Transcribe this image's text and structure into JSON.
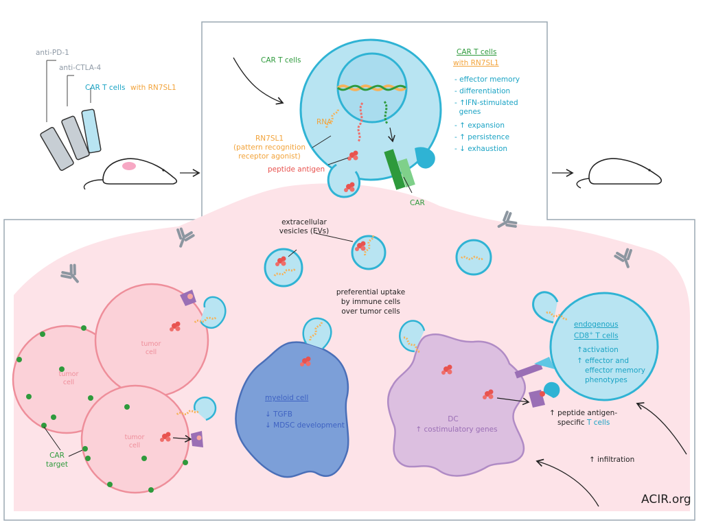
{
  "colors": {
    "tme_background": "#fde3e8",
    "car_t_cell": "#b8e4f2",
    "car_t_outline": "#2fb3d4",
    "tumor_cell": "#fbd1d8",
    "myeloid_cell": "#7c9fd8",
    "dendritic_cell": "#dcbfe0",
    "rna": "#f5b25a",
    "car_target_dot": "#2e9a3c",
    "antibody": "#8c96a0"
  },
  "treatment": {
    "anti_pd1": "anti-PD-1",
    "anti_ctla4": "anti-CTLA-4",
    "car_t_cells": "CAR T cells",
    "with_rn7sl1": "with RN7SL1"
  },
  "car_t_panel": {
    "label": "CAR T cells",
    "rna": "RNA",
    "rn7sl1_name": "RN7SL1",
    "rn7sl1_desc1": "(pattern recognition",
    "rn7sl1_desc2": "receptor agonist)",
    "peptide_antigen": "peptide antigen",
    "car": "CAR",
    "effects_title1": "CAR T cells",
    "effects_title2": "with RN7SL1",
    "effects": [
      "- effector memory",
      "- differentiation",
      "- ↑IFN-stimulated",
      "  genes",
      "- ↑ expansion",
      "- ↑ persistence",
      "- ↓ exhaustion"
    ]
  },
  "tme": {
    "ev_label1": "extracellular",
    "ev_label2": "vesicles (EVs)",
    "uptake1": "preferential uptake",
    "uptake2": "by immune cells",
    "uptake3": "over tumor cells",
    "tumor_cell_a": "tumor",
    "tumor_cell_b": "cell",
    "car_target1": "CAR",
    "car_target2": "target",
    "myeloid_title": "myeloid cell",
    "myeloid_effects": [
      "↓ TGFB",
      "↓ MDSC development"
    ],
    "dc_title": "DC",
    "dc_effect": "↑ costimulatory genes",
    "cd8_title1": "endogenous",
    "cd8_title2_pre": "CD8",
    "cd8_title2_sup": "+",
    "cd8_title2_post": " T cells",
    "cd8_effects": [
      "↑activation",
      "↑ effector and",
      "effector memory",
      "phenotypes"
    ],
    "peptide_specific1": "↑ peptide antigen-",
    "peptide_specific2_pre": "specific ",
    "peptide_specific2_hl": "T cells",
    "infiltration": "↑ infiltration",
    "credit": "ACIR.org"
  }
}
